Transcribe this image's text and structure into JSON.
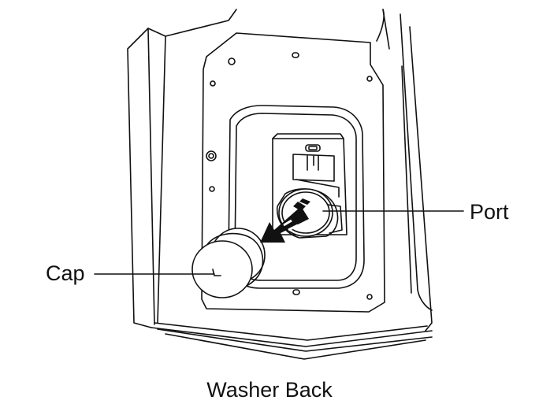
{
  "labels": {
    "cap": "Cap",
    "port": "Port"
  },
  "caption": "Washer Back",
  "colors": {
    "line": "#111111",
    "fill": "#ffffff",
    "arrow": "#111111"
  }
}
